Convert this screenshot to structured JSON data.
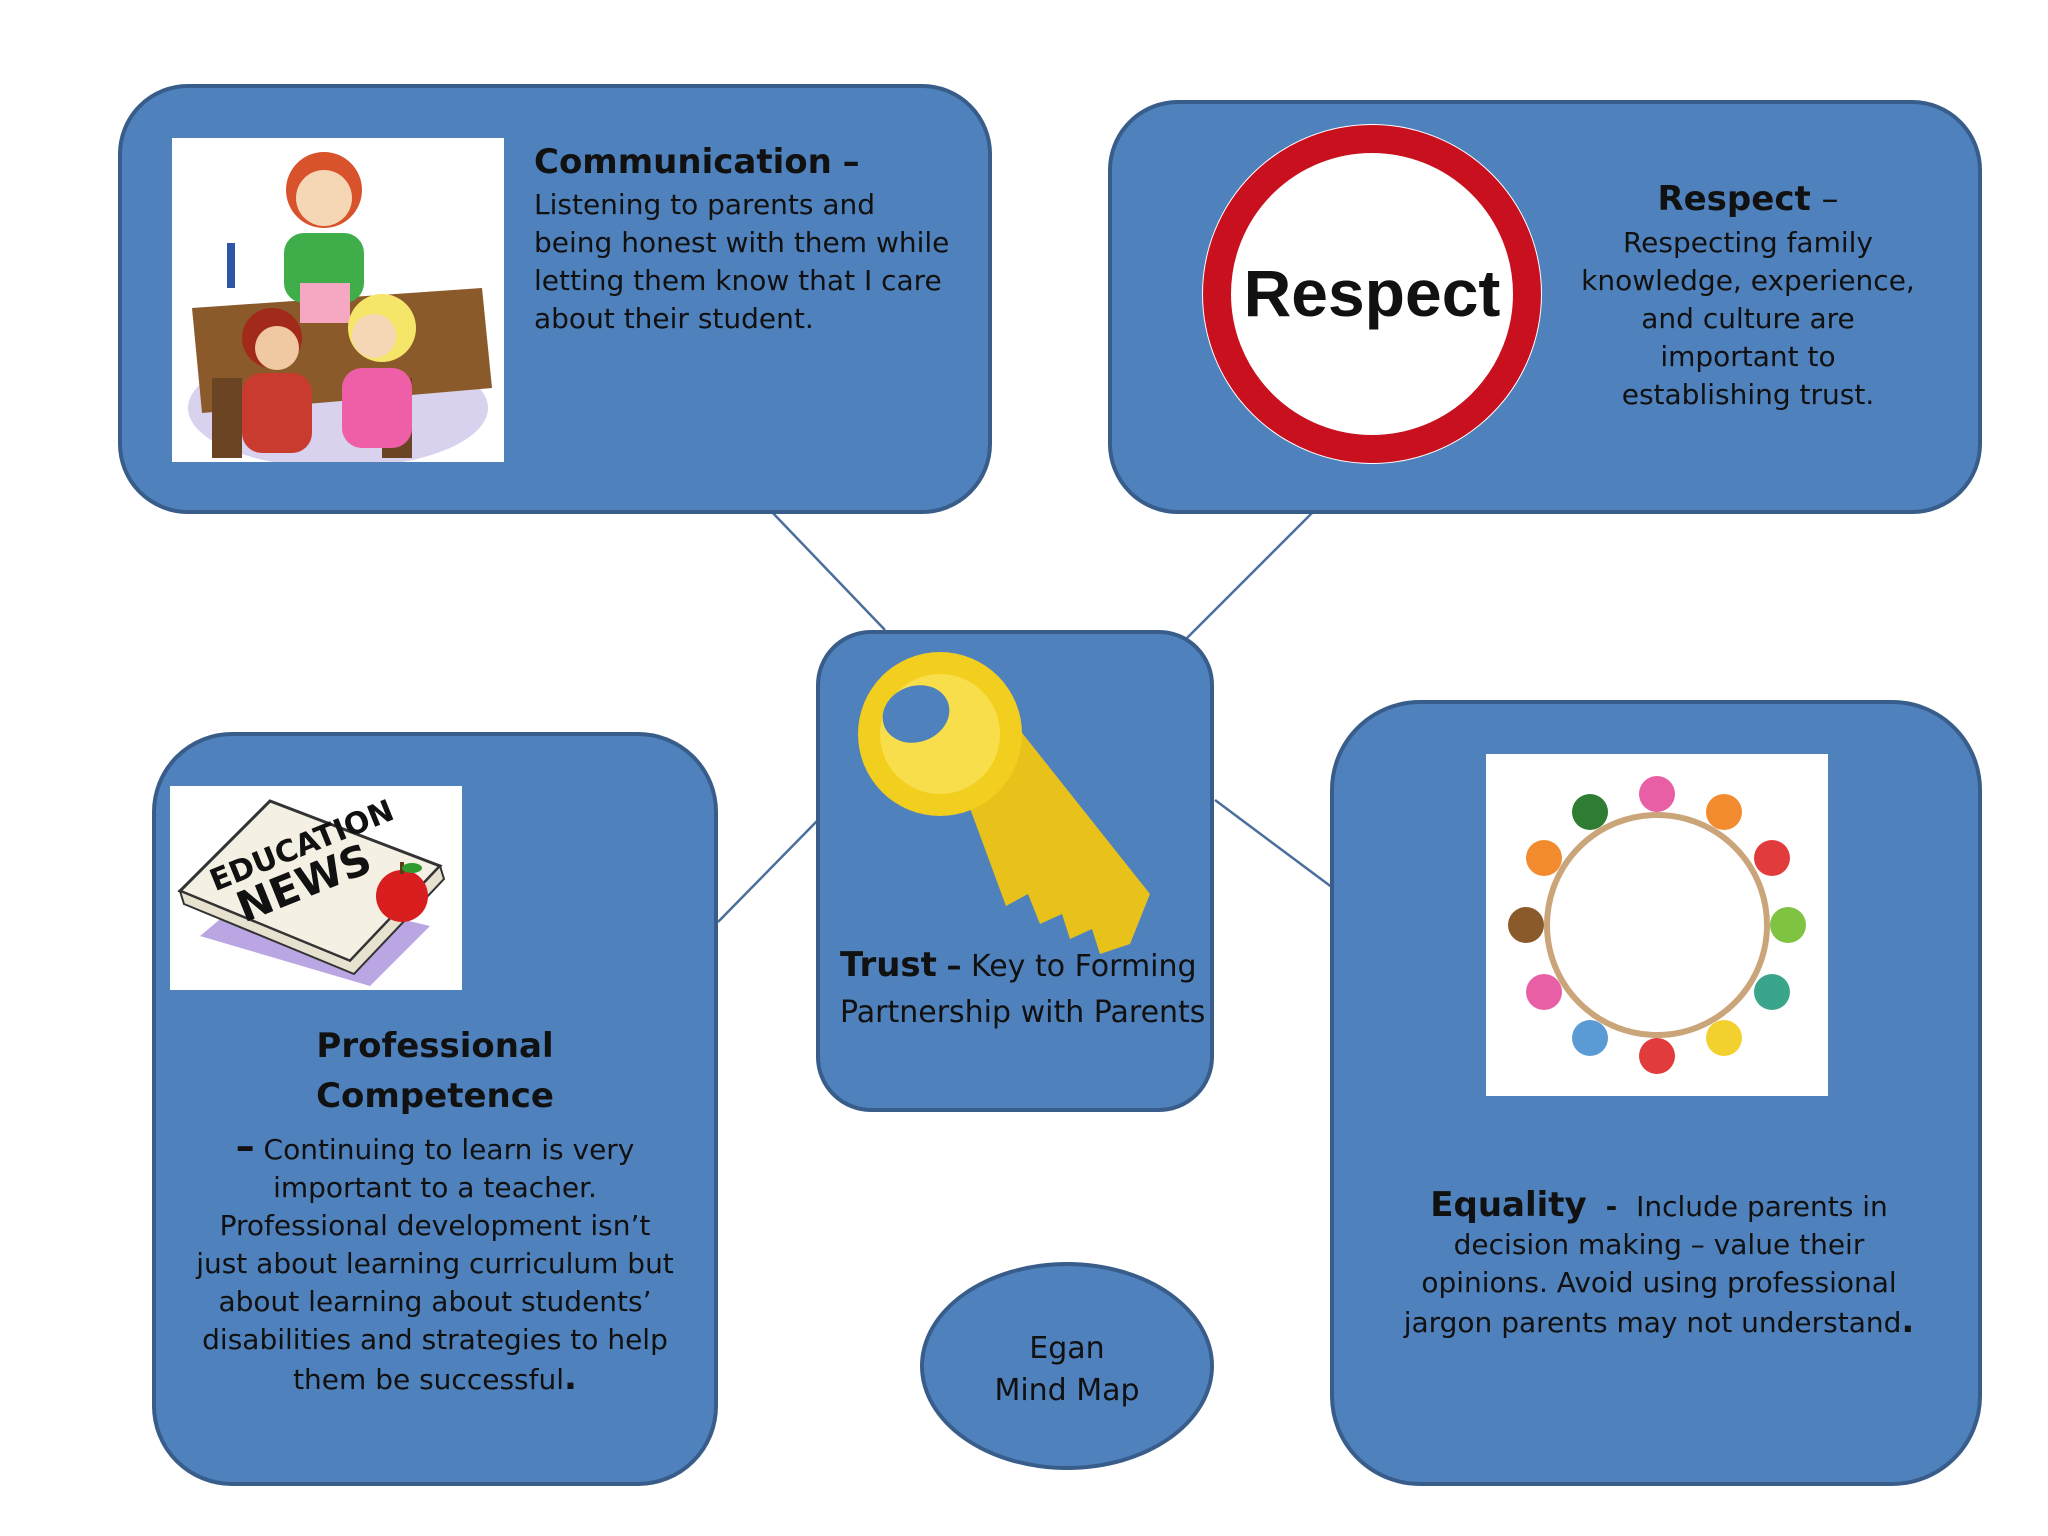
{
  "links": [
    {
      "from": "trust",
      "to": "communication"
    },
    {
      "from": "trust",
      "to": "respect"
    },
    {
      "from": "trust",
      "to": "professional_competence"
    },
    {
      "from": "trust",
      "to": "equality"
    }
  ],
  "communication": {
    "title": "Communication",
    "dash": "–",
    "body": "Listening to  parents and being honest with them while letting them know that I care about their student.",
    "image_icon": "teacher-parent-meeting-icon"
  },
  "respect": {
    "title": "Respect",
    "dash": "–",
    "body": "Respecting family knowledge, experience, and culture are important to establishing trust.",
    "sign_text": "Respect",
    "image_icon": "respect-sign-icon"
  },
  "trust": {
    "title": "Trust",
    "dash": "–",
    "line1": "Key to Forming",
    "line2": "Partnership with Parents",
    "image_icon": "key-icon"
  },
  "professional_competence": {
    "title": "Professional Competence",
    "dash": "–",
    "body": "Continuing to learn is very important to a teacher. Professional development isn’t just about learning curriculum but about learning about students’ disabilities and strategies to help them be successful",
    "end": ".",
    "news_line1": "EDUCATION",
    "news_line2": "NEWS",
    "image_icon": "newspaper-icon"
  },
  "equality": {
    "title": "Equality",
    "dash": "-",
    "body": "Include parents in decision making – value their opinions. Avoid using professional jargon parents may not understand",
    "end": ".",
    "image_icon": "children-circle-icon"
  },
  "label": {
    "line1": "Egan",
    "line2": "Mind Map"
  },
  "colors": {
    "box_fill": "#4f81bd",
    "box_border": "#385d8a",
    "connector": "#4a6f9c",
    "key": "#f2cf1f",
    "respect_ring": "#c8101e"
  }
}
